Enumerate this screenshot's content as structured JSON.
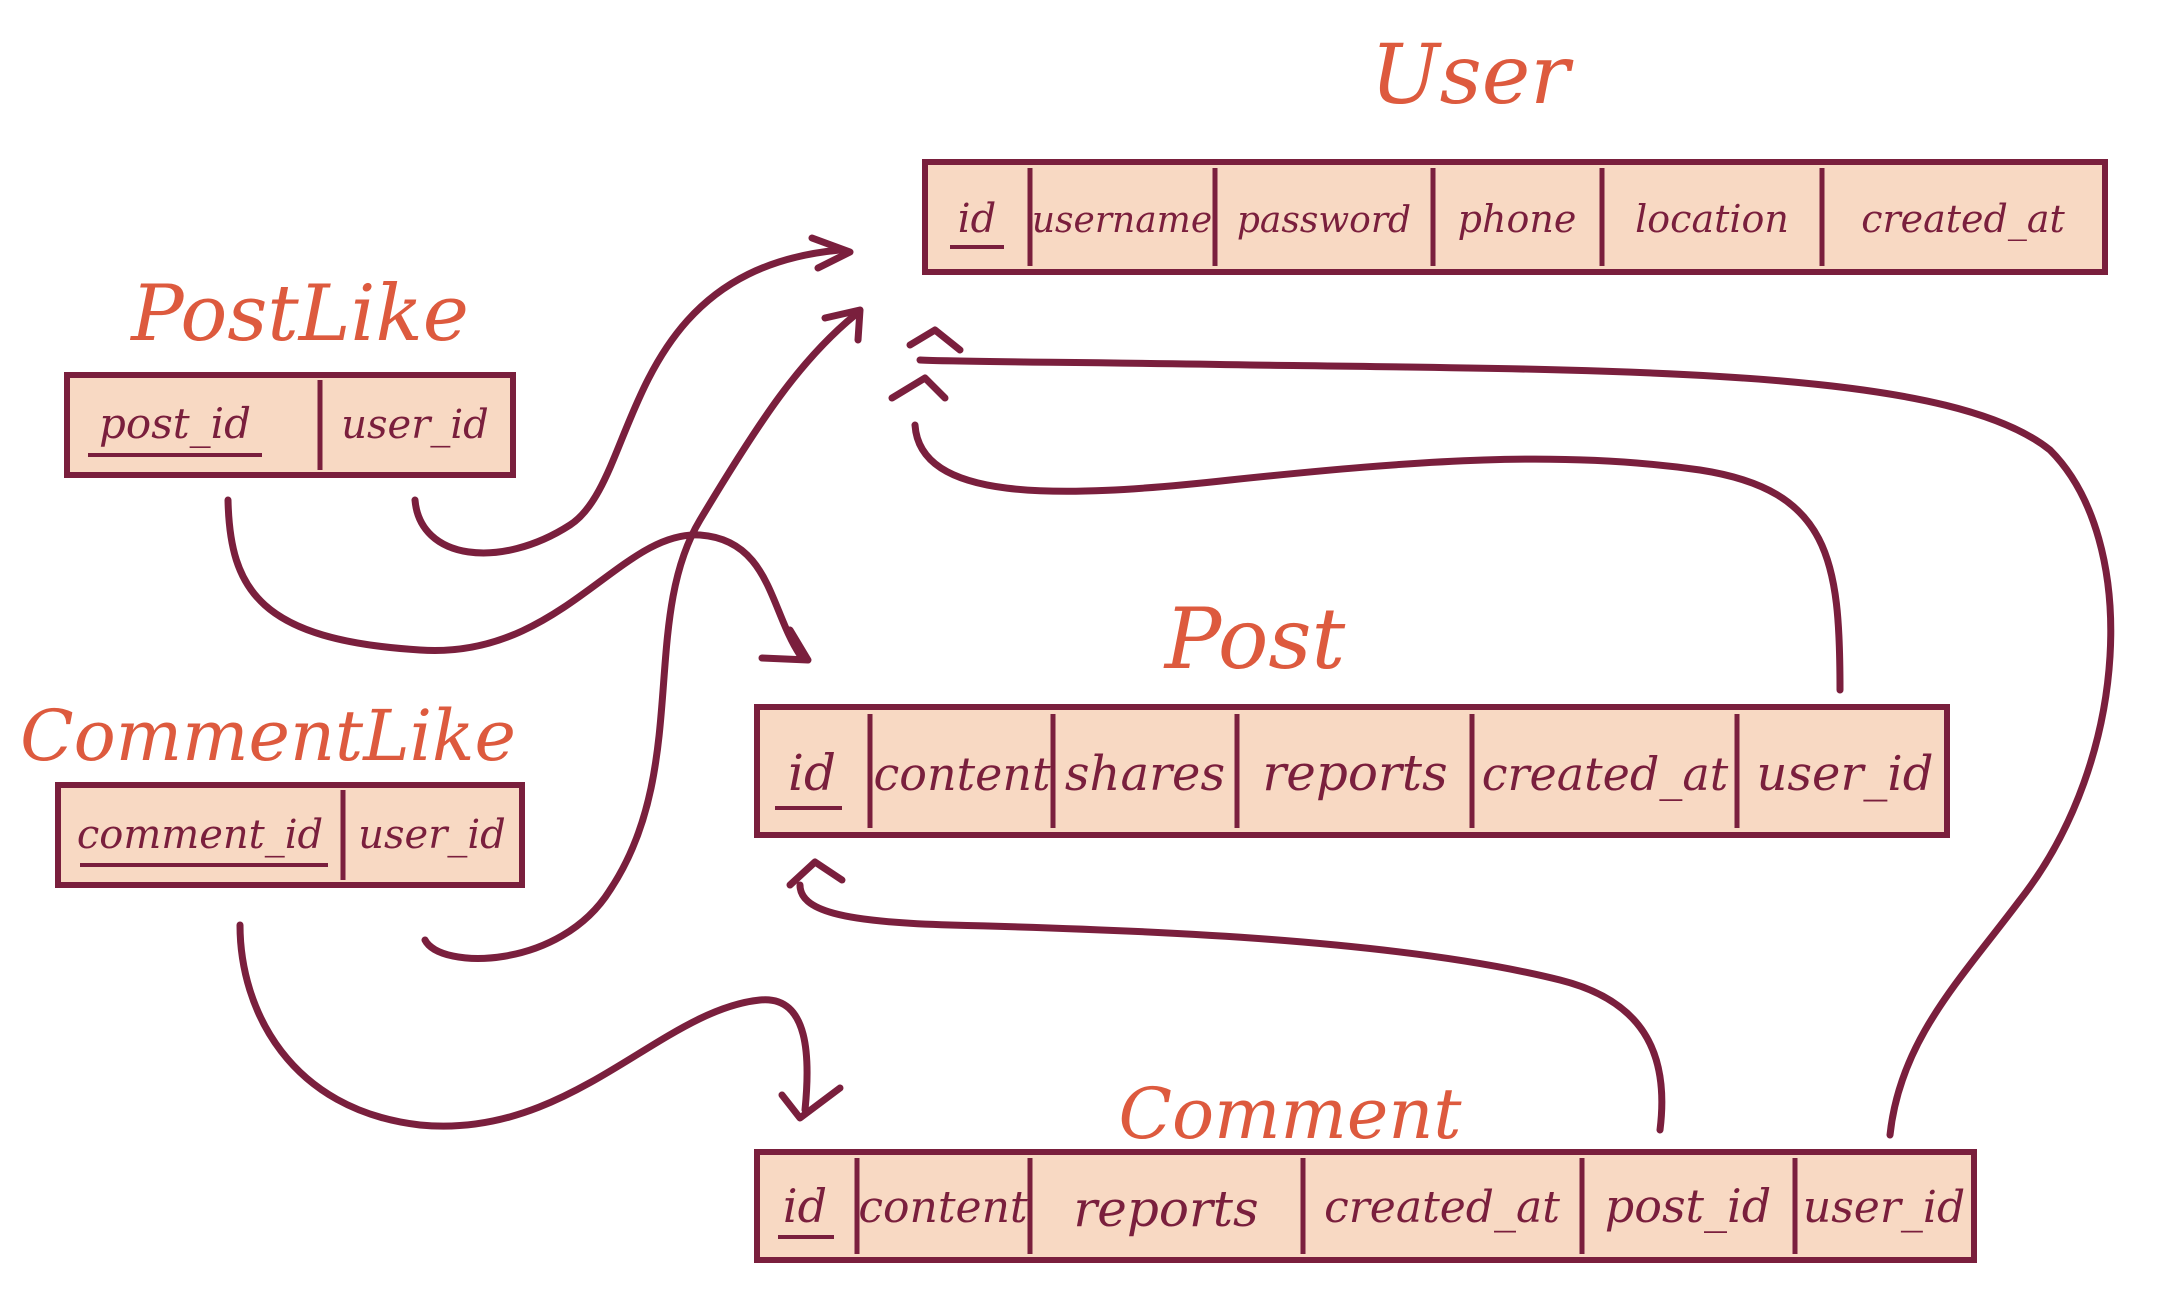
{
  "colors": {
    "title": "#dd5a3e",
    "ink": "#7a1f3d",
    "box_fill": "#f8d9c3",
    "background": "#ffffff"
  },
  "tables": {
    "users": {
      "title": "User",
      "fields": [
        "id",
        "username",
        "password",
        "phone",
        "location",
        "created_at"
      ],
      "primary_key": "id"
    },
    "postlike": {
      "title": "PostLike",
      "fields": [
        "post_id",
        "user_id"
      ],
      "primary_key": "post_id"
    },
    "post": {
      "title": "Post",
      "fields": [
        "id",
        "content",
        "shares",
        "reports",
        "created_at",
        "user_id"
      ],
      "primary_key": "id"
    },
    "commentlike": {
      "title": "CommentLike",
      "fields": [
        "comment_id",
        "user_id"
      ],
      "primary_key": "comment_id"
    },
    "comment": {
      "title": "Comment",
      "fields": [
        "id",
        "content",
        "reports",
        "created_at",
        "post_id",
        "user_id"
      ],
      "primary_key": "id"
    }
  },
  "relationships": [
    {
      "from": "PostLike.user_id",
      "to": "User"
    },
    {
      "from": "PostLike.post_id",
      "to": "Post.id"
    },
    {
      "from": "CommentLike.user_id",
      "to": "User"
    },
    {
      "from": "CommentLike.comment_id",
      "to": "Comment"
    },
    {
      "from": "Post.user_id",
      "to": "User"
    },
    {
      "from": "Comment.user_id",
      "to": "User"
    },
    {
      "from": "Comment.post_id",
      "to": "Post.id"
    }
  ]
}
